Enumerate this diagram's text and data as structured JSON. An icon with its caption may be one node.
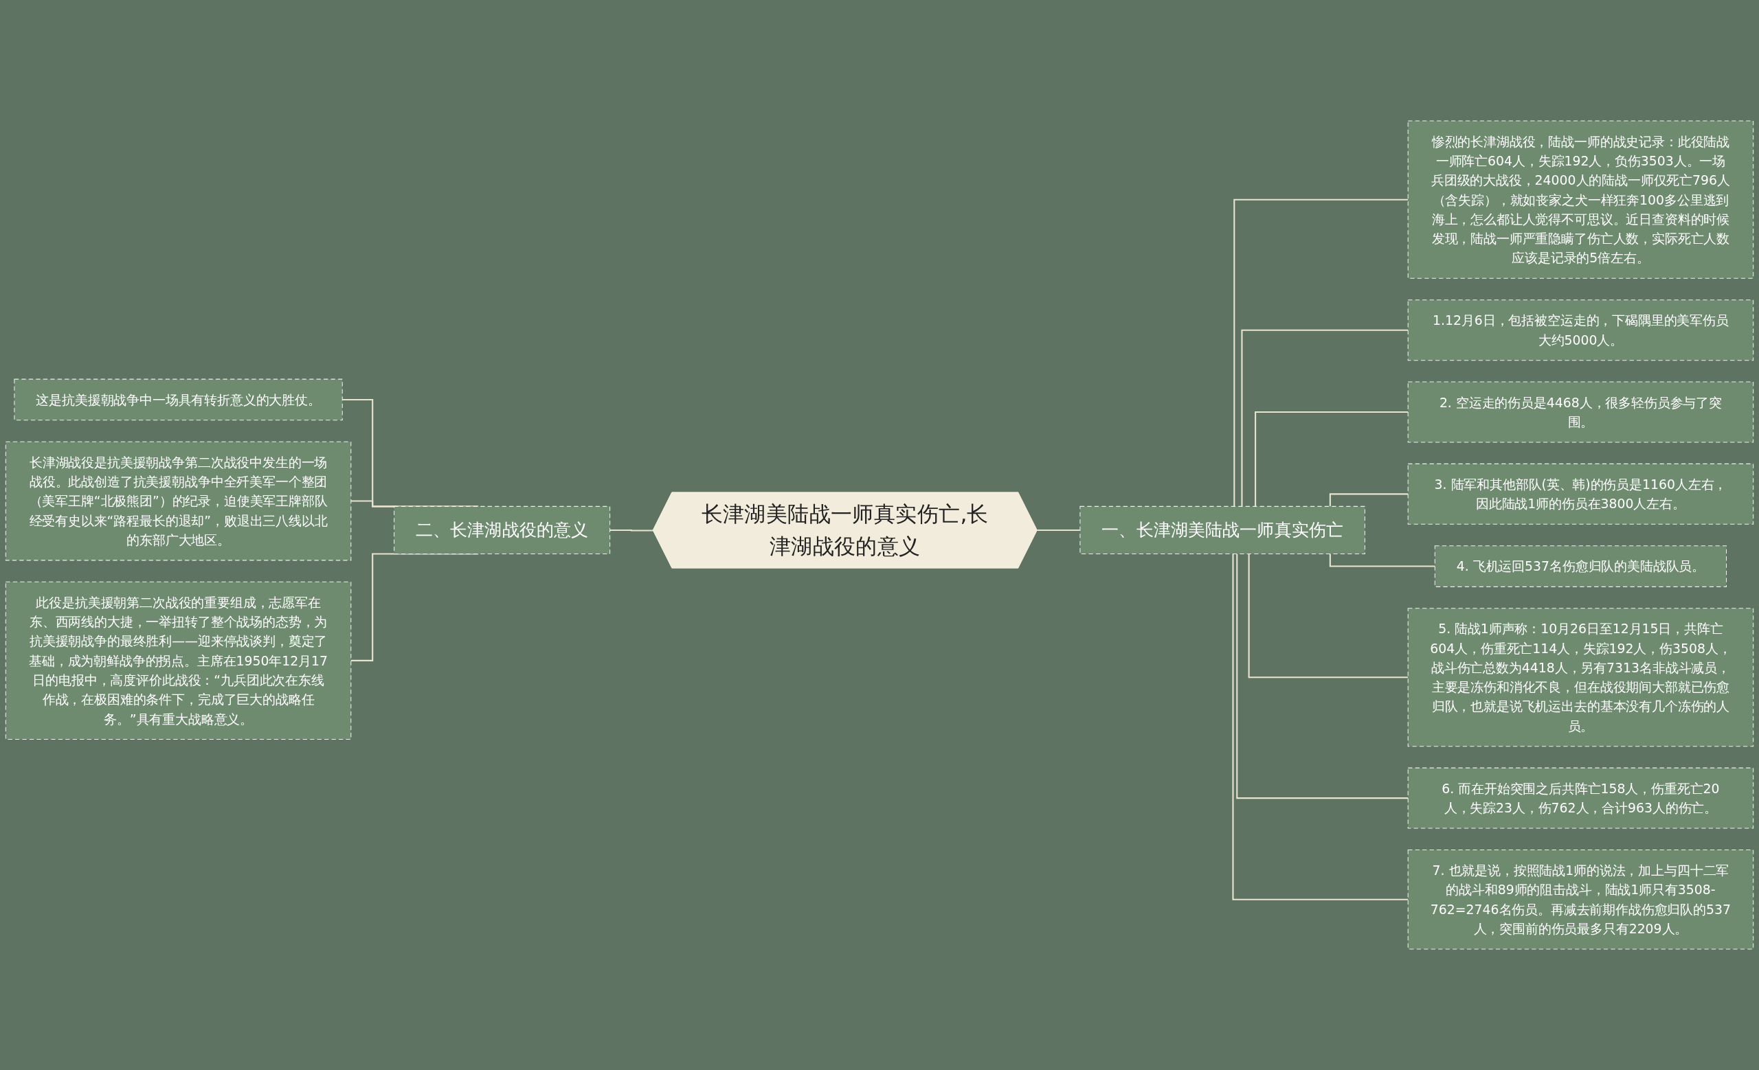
{
  "diagram": {
    "nodes": [
      {
        "text": [
          "长津湖美陆战一师真实伤亡,长津湖战役的意义"
        ]
      },
      {
        "text": [
          "一、长津湖美陆战一师真实伤亡"
        ]
      },
      {
        "text": [
          "惨烈的长津湖战役，陆战一师的战史记录：此役陆战一师阵亡604人，失踪192人，负伤3503人。一场兵团级的大战役，24000人的陆战一师仅死亡796人（含失踪），就如丧家之犬一样狂奔100多公里逃到海上，怎么都让人觉得不可思议。近日查资料的时候发现，陆战一师严重隐瞒了伤亡人数，实际死亡人数应该是记录的5倍左右。"
        ]
      },
      {
        "text": [
          "1.12月6日，包括被空运走的，下碣隅里的美军伤员大约5000人。"
        ]
      },
      {
        "text": [
          "2. 空运走的伤员是4468人，很多轻伤员参与了突围。"
        ]
      },
      {
        "text": [
          "3. 陆军和其他部队(英、韩)的伤员是1160人左右，因此陆战1师的伤员在3800人左右。"
        ]
      },
      {
        "text": [
          "4. 飞机运回537名伤愈归队的美陆战队员。"
        ]
      },
      {
        "text": [
          "5. 陆战1师声称：10月26日至12月15日，共阵亡604人，伤重死亡114人，失踪192人，伤3508人，战斗伤亡总数为4418人，另有7313名非战斗减员，主要是冻伤和消化不良，但在战役期间大部就已伤愈归队，也就是说飞机运出去的基本没有几个冻伤的人员。"
        ]
      },
      {
        "text": [
          "6. 而在开始突围之后共阵亡158人，伤重死亡20人，失踪23人，伤762人，合计963人的伤亡。"
        ]
      },
      {
        "text": [
          "7. 也就是说，按照陆战1师的说法，加上与四十二军的战斗和89师的阻击战斗，陆战1师只有3508-762=2746名伤员。再减去前期作战伤愈归队的537人，突围前的伤员最多只有2209人。"
        ]
      },
      {
        "text": [
          "二、长津湖战役的意义"
        ]
      },
      {
        "text": [
          "这是抗美援朝战争中一场具有转折意义的大胜仗。"
        ]
      },
      {
        "text": [
          "长津湖战役是抗美援朝战争第二次战役中发生的一场战役。此战创造了抗美援朝战争中全歼美军一个整团（美军王牌“北极熊团”）的纪录，迫使美军王牌部队经受有史以来“路程最长的退却”，败退出三八线以北的东部广大地区。"
        ]
      },
      {
        "text": [
          "此役是抗美援朝第二次战役的重要组成，志愿军在东、西两线的大捷，一举扭转了整个战场的态势，为抗美援朝战争的最终胜利——迎来停战谈判，奠定了基础，成为朝鲜战争的拐点。主席在1950年12月17日的电报中，高度评价此战役：“九兵团此次在东线作战，在极困难的条件下，完成了巨大的战略任务。”具有重大战略意义。"
        ]
      }
    ],
    "edges": [
      {
        "from": 0,
        "to": 1,
        "arrow": "none"
      },
      {
        "from": 1,
        "to": 2,
        "arrow": "none"
      },
      {
        "from": 1,
        "to": 3,
        "arrow": "none"
      },
      {
        "from": 1,
        "to": 4,
        "arrow": "none"
      },
      {
        "from": 1,
        "to": 5,
        "arrow": "none"
      },
      {
        "from": 1,
        "to": 6,
        "arrow": "none"
      },
      {
        "from": 1,
        "to": 7,
        "arrow": "none"
      },
      {
        "from": 1,
        "to": 8,
        "arrow": "none"
      },
      {
        "from": 1,
        "to": 9,
        "arrow": "none"
      },
      {
        "from": 10,
        "to": 0,
        "arrow": "none"
      },
      {
        "from": 11,
        "to": 10,
        "arrow": "none"
      },
      {
        "from": 12,
        "to": 10,
        "arrow": "none"
      },
      {
        "from": 13,
        "to": 10,
        "arrow": "none"
      }
    ]
  }
}
